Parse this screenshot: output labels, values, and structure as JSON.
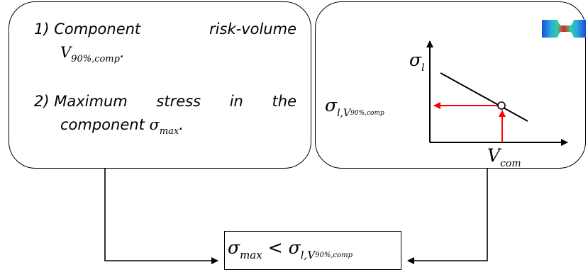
{
  "left_box": {
    "item1": {
      "prefix": "1)",
      "word1": "Component",
      "word2": "risk-volume",
      "var": "V",
      "sub": "90%,comp",
      "end": "."
    },
    "item2": {
      "prefix": "2)",
      "w1": "Maximum",
      "w2": "stress",
      "w3": "in",
      "w4": "the",
      "line2": "component",
      "var": "σ",
      "sub": "max",
      "end": "."
    }
  },
  "right_box": {
    "y_label": {
      "var": "σ",
      "sub": "l"
    },
    "ref_label": {
      "var": "σ",
      "sub": "l,V",
      "subsub": "90%,comp"
    },
    "x_label": {
      "var": "V",
      "sub": "com"
    },
    "colors": {
      "arrow": "#ff0000",
      "line": "#000000"
    },
    "icon": "specimen-stress-contour-icon"
  },
  "result": {
    "lhs": "σ",
    "lhs_sub": "max",
    "op": "<",
    "rhs": "σ",
    "rhs_sub": "l,V",
    "rhs_subsub": "90%,comp"
  }
}
